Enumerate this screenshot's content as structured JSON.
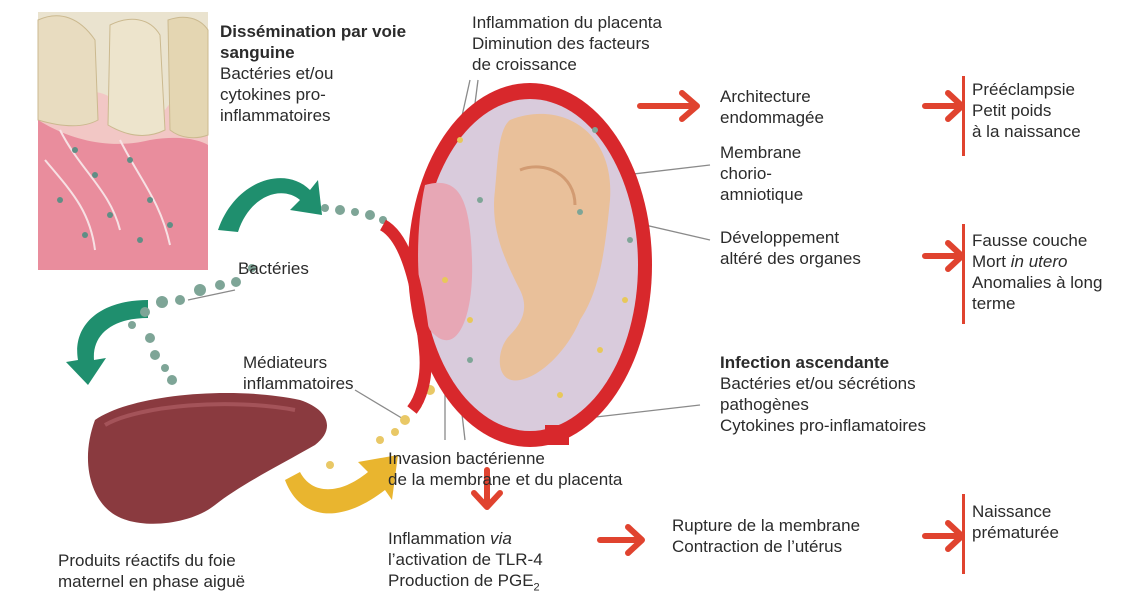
{
  "colors": {
    "arrow": "#e0432f",
    "green_arrow": "#1f8f6e",
    "yellow_arrow": "#e9b52f",
    "uterus": "#d8282c",
    "liver": "#8a3a3f",
    "fetus": "#e9c09a"
  },
  "labels": {
    "dissemination_title_1": "Dissémination par voie",
    "dissemination_title_2": "sanguine",
    "dissemination_1": "Bactéries et/ou",
    "dissemination_2": "cytokines pro-",
    "dissemination_3": "inflammatoires",
    "bacteries": "Bactéries",
    "mediateurs_1": "Médiateurs",
    "mediateurs_2": "inflammatoires",
    "foie_1": "Produits réactifs du foie",
    "foie_2": "maternel en phase aiguë",
    "placenta_1": "Inflammation du placenta",
    "placenta_2": "Diminution des facteurs",
    "placenta_3": "de croissance",
    "architecture_1": "Architecture",
    "architecture_2": "endommagée",
    "membrane_1": "Membrane",
    "membrane_2": "chorio-",
    "membrane_3": "amniotique",
    "developpement_1": "Développement",
    "developpement_2": "altéré des organes",
    "outcome1_1": "Prééclampsie",
    "outcome1_2": "Petit poids",
    "outcome1_3": "à la naissance",
    "outcome2_1": "Fausse couche",
    "outcome2_2a": "Mort ",
    "outcome2_2b": "in utero",
    "outcome2_3": "Anomalies à long",
    "outcome2_4": "terme",
    "infection_title": "Infection ascendante",
    "infection_1": "Bactéries et/ou sécrétions",
    "infection_2": "pathogènes",
    "infection_3": "Cytokines pro-inflamatoires",
    "invasion_1": "Invasion bactérienne",
    "invasion_2": "de la membrane et du placenta",
    "tlr_1a": "Inflammation ",
    "tlr_1b": "via",
    "tlr_2": "l’activation  de TLR-4",
    "tlr_3": "Production de PGE",
    "tlr_3_sub": "2",
    "rupture_1": "Rupture de la membrane",
    "rupture_2": "Contraction de l’utérus",
    "naissance_1": "Naissance",
    "naissance_2": "prématurée"
  }
}
